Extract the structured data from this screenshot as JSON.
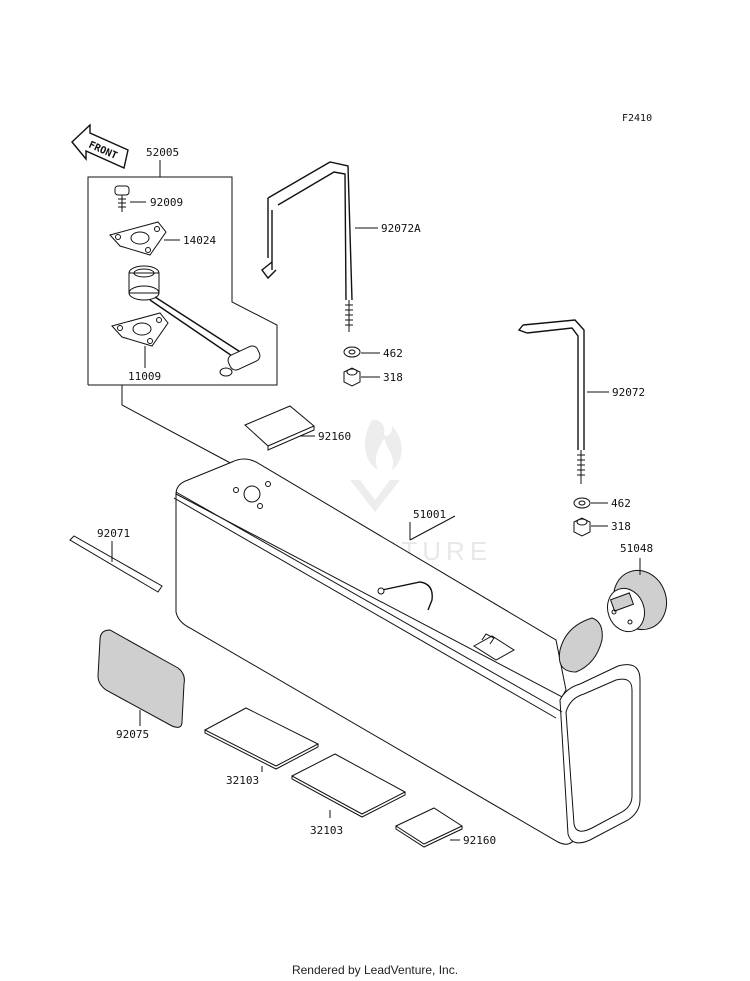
{
  "figure_id": "F2410",
  "front_label": "FRONT",
  "watermark": "LEADVENTURE",
  "footer": "Rendered by LeadVenture, Inc.",
  "parts": {
    "p52005": "52005",
    "p92009": "92009",
    "p14024": "14024",
    "p11009": "11009",
    "p92072A": "92072A",
    "p462a": "462",
    "p318a": "318",
    "p92072": "92072",
    "p92160a": "92160",
    "p51001": "51001",
    "p462b": "462",
    "p318b": "318",
    "p51048": "51048",
    "p92071": "92071",
    "p92075": "92075",
    "p32103a": "32103",
    "p32103b": "32103",
    "p92160b": "92160"
  }
}
